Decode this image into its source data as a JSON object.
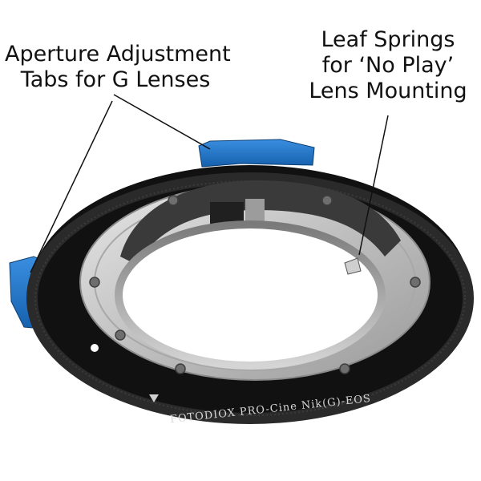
{
  "labels": {
    "aperture": {
      "line1": "Aperture Adjustment",
      "line2": "Tabs for G Lenses"
    },
    "leaf": {
      "line1": "Leaf Springs",
      "line2": "for ‘No Play’",
      "line3": "Lens Mounting"
    }
  },
  "engraving": {
    "text": "FOTODIOX PRO-Cine Nik(G)-EOS"
  },
  "colors": {
    "ring_black": "#111111",
    "ring_silver": "#c9c9c9",
    "tab_blue": "#1e73c8",
    "background": "#ffffff"
  }
}
